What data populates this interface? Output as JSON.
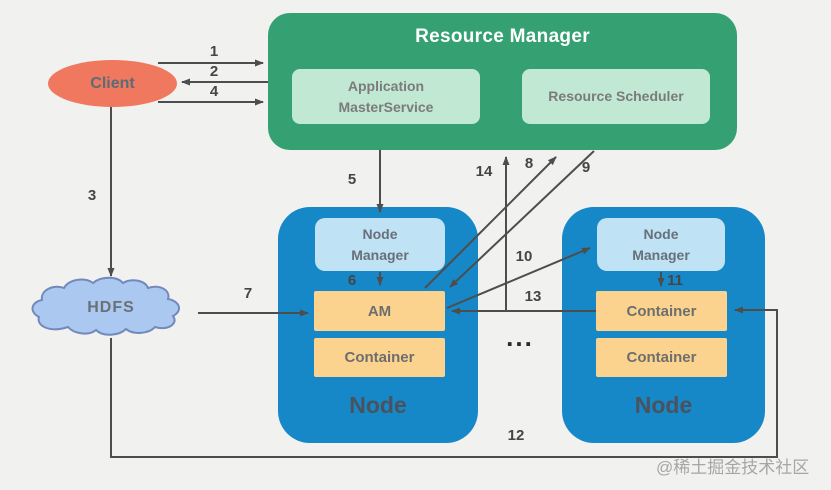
{
  "rm": {
    "title": "Resource Manager",
    "ams": "Application MasterService",
    "scheduler": "Resource Scheduler"
  },
  "client": {
    "label": "Client"
  },
  "hdfs": {
    "label": "HDFS"
  },
  "node_left": {
    "nm": "Node Manager",
    "am": "AM",
    "container": "Container",
    "label": "Node"
  },
  "node_right": {
    "nm": "Node Manager",
    "container1": "Container",
    "container2": "Container",
    "label": "Node"
  },
  "ellipsis": "...",
  "watermark": "@稀土掘金技术社区",
  "steps": {
    "s1": "1",
    "s2": "2",
    "s3": "3",
    "s4": "4",
    "s5": "5",
    "s6": "6",
    "s7": "7",
    "s8": "8",
    "s9": "9",
    "s10": "10",
    "s11": "11",
    "s12": "12",
    "s13": "13",
    "s14": "14"
  },
  "colors": {
    "rm_green": "#35a172",
    "rm_sub_green": "#c0e8d2",
    "node_blue": "#1688c7",
    "nm_light_blue": "#bfe2f4",
    "box_orange": "#fbd38e",
    "client_salmon": "#f0785e",
    "hdfs_fill": "#abc8f0",
    "hdfs_stroke": "#7289bb",
    "connector": "#4d4d4d"
  }
}
